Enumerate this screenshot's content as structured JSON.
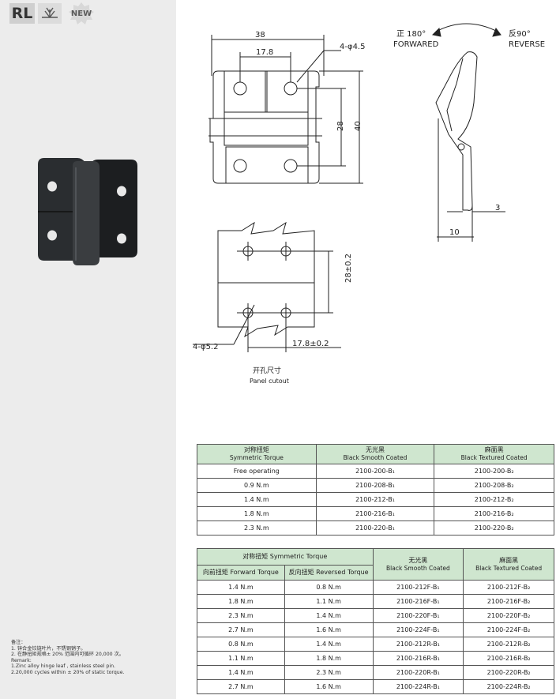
{
  "header": {
    "series_badge": "RL",
    "new_badge": "NEW"
  },
  "drawing": {
    "dim_width": "38",
    "dim_hole_spacing": "17.8",
    "dim_holes": "4-φ4.5",
    "dim_hole_vertical": "28",
    "dim_height": "40",
    "rotation_forward_zh": "正 180°",
    "rotation_forward_en": "FORWARED",
    "rotation_reverse_zh": "反90°",
    "rotation_reverse_en": "REVERSE",
    "dim_thickness": "3",
    "dim_depth": "10",
    "cutout_vertical": "28±0.2",
    "cutout_holes": "4-φ5.2",
    "cutout_horizontal": "17.8±0.2",
    "cutout_title_zh": "开孔尺寸",
    "cutout_title_en": "Panel cutout"
  },
  "table1": {
    "headers": [
      {
        "zh": "对称扭矩",
        "en": "Symmetric Torque"
      },
      {
        "zh": "无光黑",
        "en": "Black Smooth Coated"
      },
      {
        "zh": "麻面黑",
        "en": "Black Textured Coated"
      }
    ],
    "rows": [
      [
        "Free operating",
        "2100-200-B₁",
        "2100-200-B₂"
      ],
      [
        "0.9 N.m",
        "2100-208-B₁",
        "2100-208-B₂"
      ],
      [
        "1.4 N.m",
        "2100-212-B₁",
        "2100-212-B₂"
      ],
      [
        "1.8 N.m",
        "2100-216-B₁",
        "2100-216-B₂"
      ],
      [
        "2.3 N.m",
        "2100-220-B₁",
        "2100-220-B₂"
      ]
    ]
  },
  "table2": {
    "group_header": "对称扭矩 Symmetric Torque",
    "sub_headers": [
      "向前扭矩 Forward Torque",
      "反向扭矩 Reversed Torque"
    ],
    "col3": {
      "zh": "无光黑",
      "en": "Black Smooth Coated"
    },
    "col4": {
      "zh": "麻面黑",
      "en": "Black Textured Coated"
    },
    "rows": [
      [
        "1.4 N.m",
        "0.8 N.m",
        "2100-212F-B₁",
        "2100-212F-B₂"
      ],
      [
        "1.8 N.m",
        "1.1 N.m",
        "2100-216F-B₁",
        "2100-216F-B₂"
      ],
      [
        "2.3 N.m",
        "1.4 N.m",
        "2100-220F-B₁",
        "2100-220F-B₂"
      ],
      [
        "2.7 N.m",
        "1.6 N.m",
        "2100-224F-B₁",
        "2100-224F-B₂"
      ],
      [
        "0.8 N.m",
        "1.4 N.m",
        "2100-212R-B₁",
        "2100-212R-B₂"
      ],
      [
        "1.1 N.m",
        "1.8 N.m",
        "2100-216R-B₁",
        "2100-216R-B₂"
      ],
      [
        "1.4 N.m",
        "2.3 N.m",
        "2100-220R-B₁",
        "2100-220R-B₂"
      ],
      [
        "2.7 N.m",
        "1.6 N.m",
        "2100-224R-B₁",
        "2100-224R-B₂"
      ]
    ]
  },
  "notes": [
    "备注：",
    "1. 锌合金铰链叶片，不锈钢销子。",
    "2. 在静扭矩规格± 20% 范围内可循环 20,000 次。",
    "Remark:",
    "1.Zinc alloy hinge leaf , stainless steel pin.",
    "2.20,000 cycles within ± 20% of static torque."
  ],
  "colors": {
    "sidebar_bg": "#ececec",
    "table_header_bg": "#cfe6cf",
    "line": "#222222"
  }
}
